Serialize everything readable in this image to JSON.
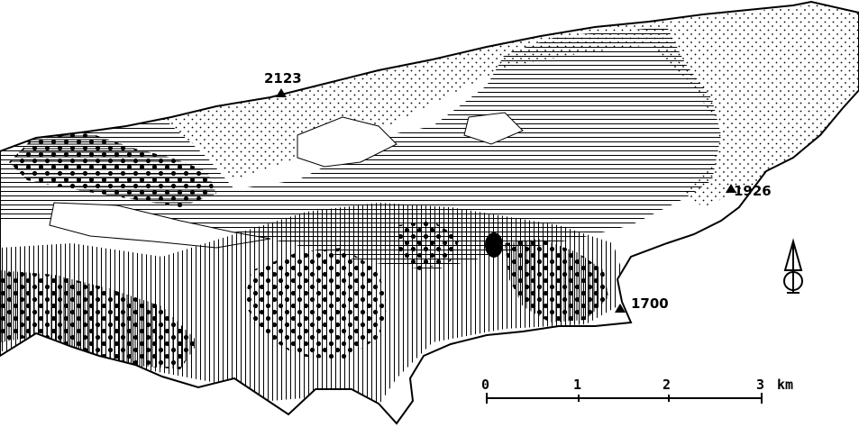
{
  "peaks": [
    {
      "label": "2123"
    },
    {
      "label": "1926"
    },
    {
      "label": "1700"
    }
  ],
  "scale_bar": {
    "ticks": [
      "0",
      "1",
      "2",
      "3"
    ],
    "unit": "km"
  },
  "north_arrow": {
    "icon": "north-arrow-icon"
  },
  "legend_patterns": [
    "stippled",
    "horizontal-lines",
    "vertical-lines",
    "dotted-circles",
    "blank"
  ]
}
